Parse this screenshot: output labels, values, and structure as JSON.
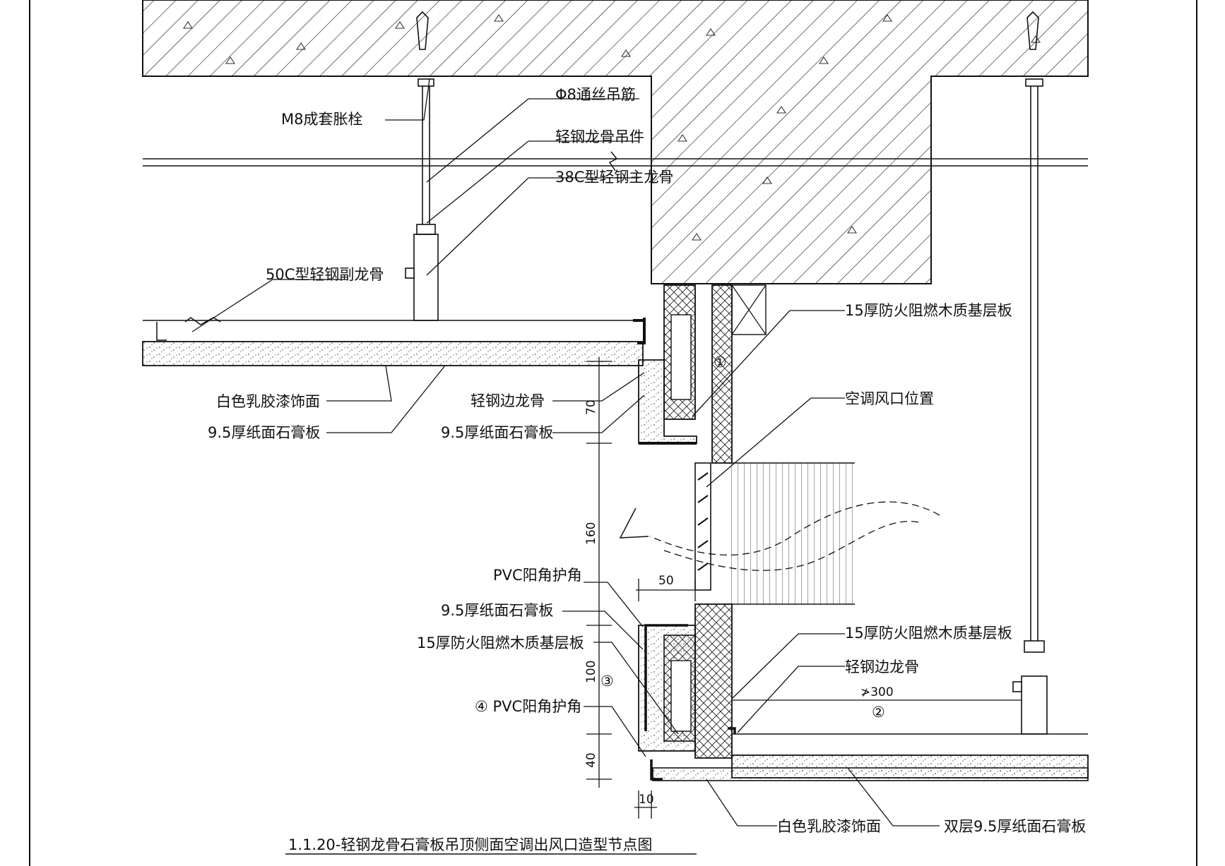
{
  "title": "1.1.20-轻钢龙骨石膏板吊顶侧面空调出风口造型节点图",
  "labels": {
    "m8_anchor": "M8成套胀栓",
    "rod": "Φ8通丝吊筋",
    "hanger": "轻钢龙骨吊件",
    "main_keel": "38C型轻钢主龙骨",
    "sub_keel": "50C型轻钢副龙骨",
    "fireboard_top": "15厚防火阻燃木质基层板",
    "vent_position": "空调风口位置",
    "white_latex_left": "白色乳胶漆饰面",
    "gypsum_left": "9.5厚纸面石膏板",
    "edge_keel_mid": "轻钢边龙骨",
    "gypsum_mid": "9.5厚纸面石膏板",
    "pvc_corner_1": "PVC阳角护角",
    "gypsum_lower": "9.5厚纸面石膏板",
    "fireboard_lower_left": "15厚防火阻燃木质基层板",
    "pvc_corner_2": "④ PVC阳角护角",
    "fireboard_lower_right": "15厚防火阻燃木质基层板",
    "edge_keel_lower": "轻钢边龙骨",
    "white_latex_bottom": "白色乳胶漆饰面",
    "double_gypsum": "双层9.5厚纸面石膏板"
  },
  "dimensions": {
    "d70": "70",
    "d160": "160",
    "d50": "50",
    "d100": "100",
    "d40": "40",
    "d10": "10",
    "spacing": "≯300"
  },
  "callouts": {
    "c1": "①",
    "c2": "②",
    "c3": "③"
  },
  "colors": {
    "line": "#111111",
    "paper": "#ffffff",
    "watermark": "#d8d8d8"
  }
}
